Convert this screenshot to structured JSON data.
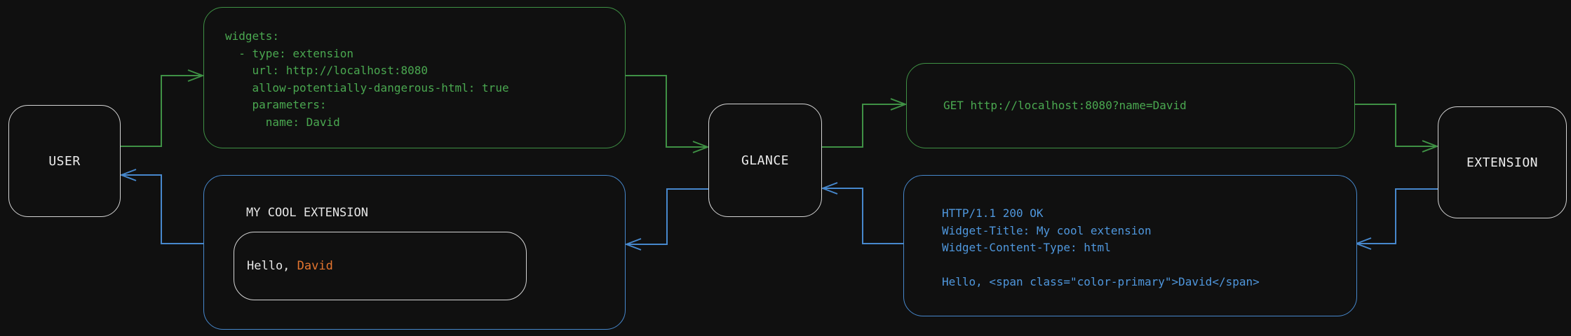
{
  "diagram": {
    "nodes": {
      "user": {
        "label": "USER"
      },
      "glance": {
        "label": "GLANCE"
      },
      "extension": {
        "label": "EXTENSION"
      }
    },
    "config_box": {
      "code": "widgets:\n  - type: extension\n    url: http://localhost:8080\n    allow-potentially-dangerous-html: true\n    parameters:\n      name: David"
    },
    "request_box": {
      "code": "GET http://localhost:8080?name=David"
    },
    "response_box": {
      "code": "HTTP/1.1 200 OK\nWidget-Title: My cool extension\nWidget-Content-Type: html\n\nHello, <span class=\"color-primary\">David</span>"
    },
    "result_box": {
      "title": "MY COOL EXTENSION",
      "greeting_prefix": "Hello, ",
      "greeting_name": "David"
    },
    "flows": [
      {
        "from": "user",
        "to": "config_box",
        "color": "green"
      },
      {
        "from": "config_box",
        "to": "glance",
        "color": "green"
      },
      {
        "from": "glance",
        "to": "request_box",
        "color": "green"
      },
      {
        "from": "request_box",
        "to": "extension",
        "color": "green"
      },
      {
        "from": "extension",
        "to": "response_box",
        "color": "blue"
      },
      {
        "from": "response_box",
        "to": "glance",
        "color": "blue"
      },
      {
        "from": "glance",
        "to": "result_box",
        "color": "blue"
      },
      {
        "from": "result_box",
        "to": "user",
        "color": "blue"
      }
    ],
    "colors": {
      "background": "#101010",
      "green_line": "#3f9145",
      "green_text": "#4aa850",
      "blue_line": "#4788cd",
      "blue_text": "#4f97dd",
      "node_border": "#d4d4d4",
      "node_text": "#ececec",
      "orange_text": "#e4752f"
    }
  }
}
